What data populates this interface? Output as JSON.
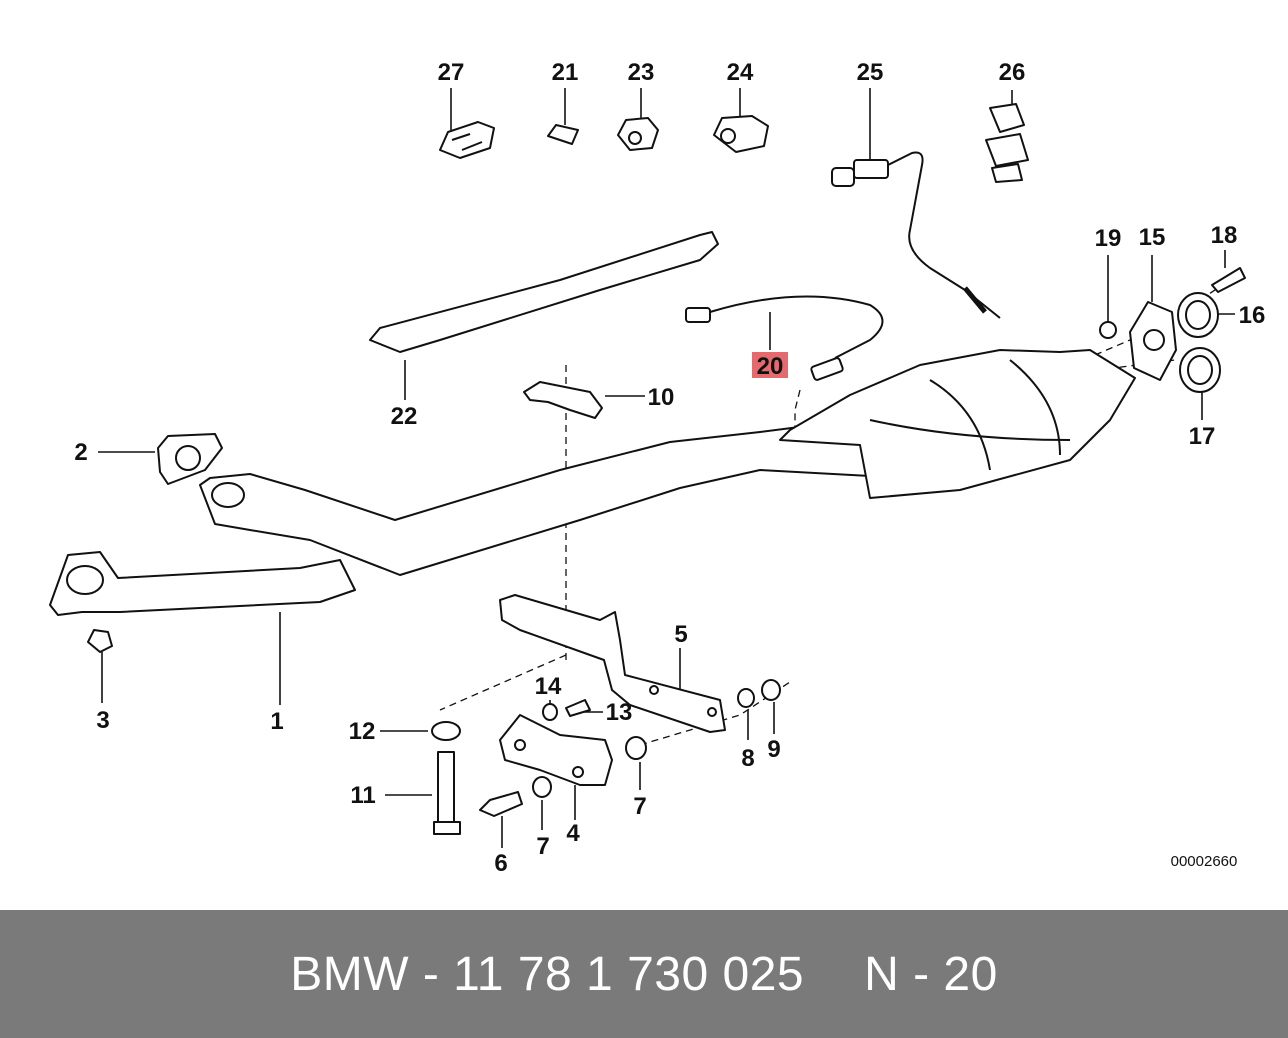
{
  "diagram": {
    "callouts": [
      "27",
      "21",
      "23",
      "24",
      "25",
      "26",
      "19",
      "15",
      "18",
      "16",
      "17",
      "20",
      "22",
      "10",
      "2",
      "3",
      "1",
      "5",
      "14",
      "13",
      "12",
      "11",
      "8",
      "9",
      "7",
      "6",
      "7",
      "4"
    ],
    "highlighted_callout": "20",
    "highlight_color": "#e46a6e",
    "ref_code": "00002660"
  },
  "footer": {
    "part_number": "BMW - 11 78 1 730 025",
    "position": "N - 20",
    "background": "#7a7a7a"
  }
}
